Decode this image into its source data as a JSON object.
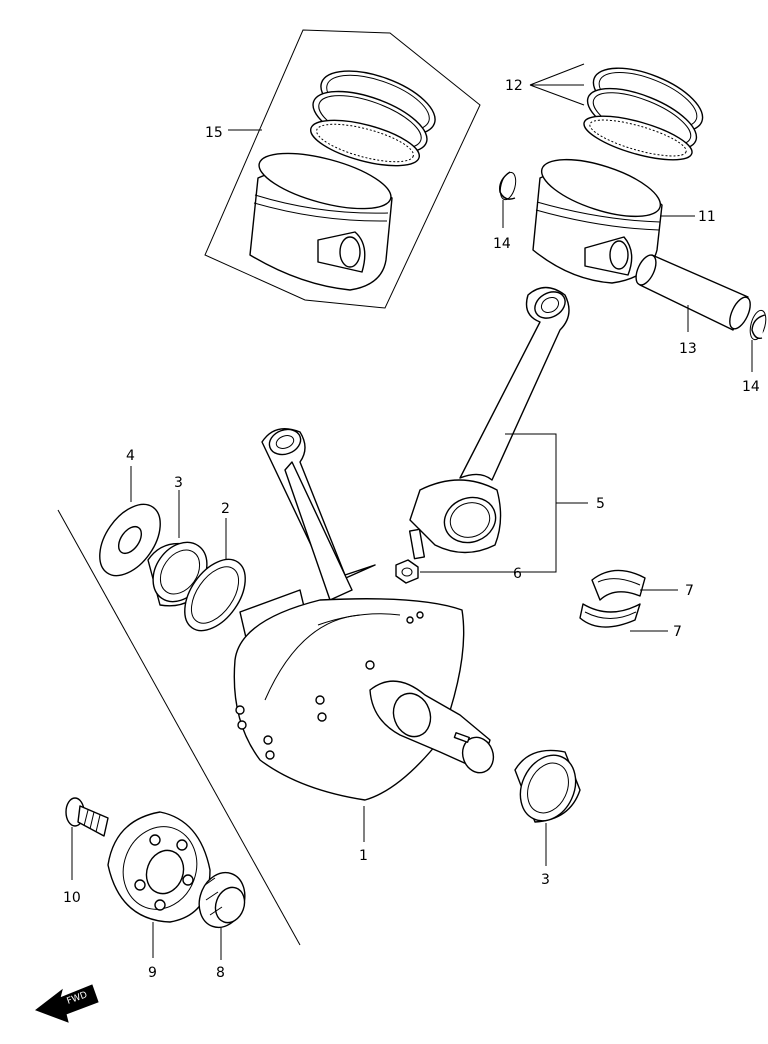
{
  "diagram": {
    "callouts": {
      "c1": "1",
      "c2": "2",
      "c3a": "3",
      "c3b": "3",
      "c4": "4",
      "c5": "5",
      "c6": "6",
      "c7a": "7",
      "c7b": "7",
      "c8": "8",
      "c9": "9",
      "c10": "10",
      "c11": "11",
      "c12": "12",
      "c13": "13",
      "c14a": "14",
      "c14b": "14",
      "c15": "15"
    },
    "fwd_label": "FWD"
  }
}
